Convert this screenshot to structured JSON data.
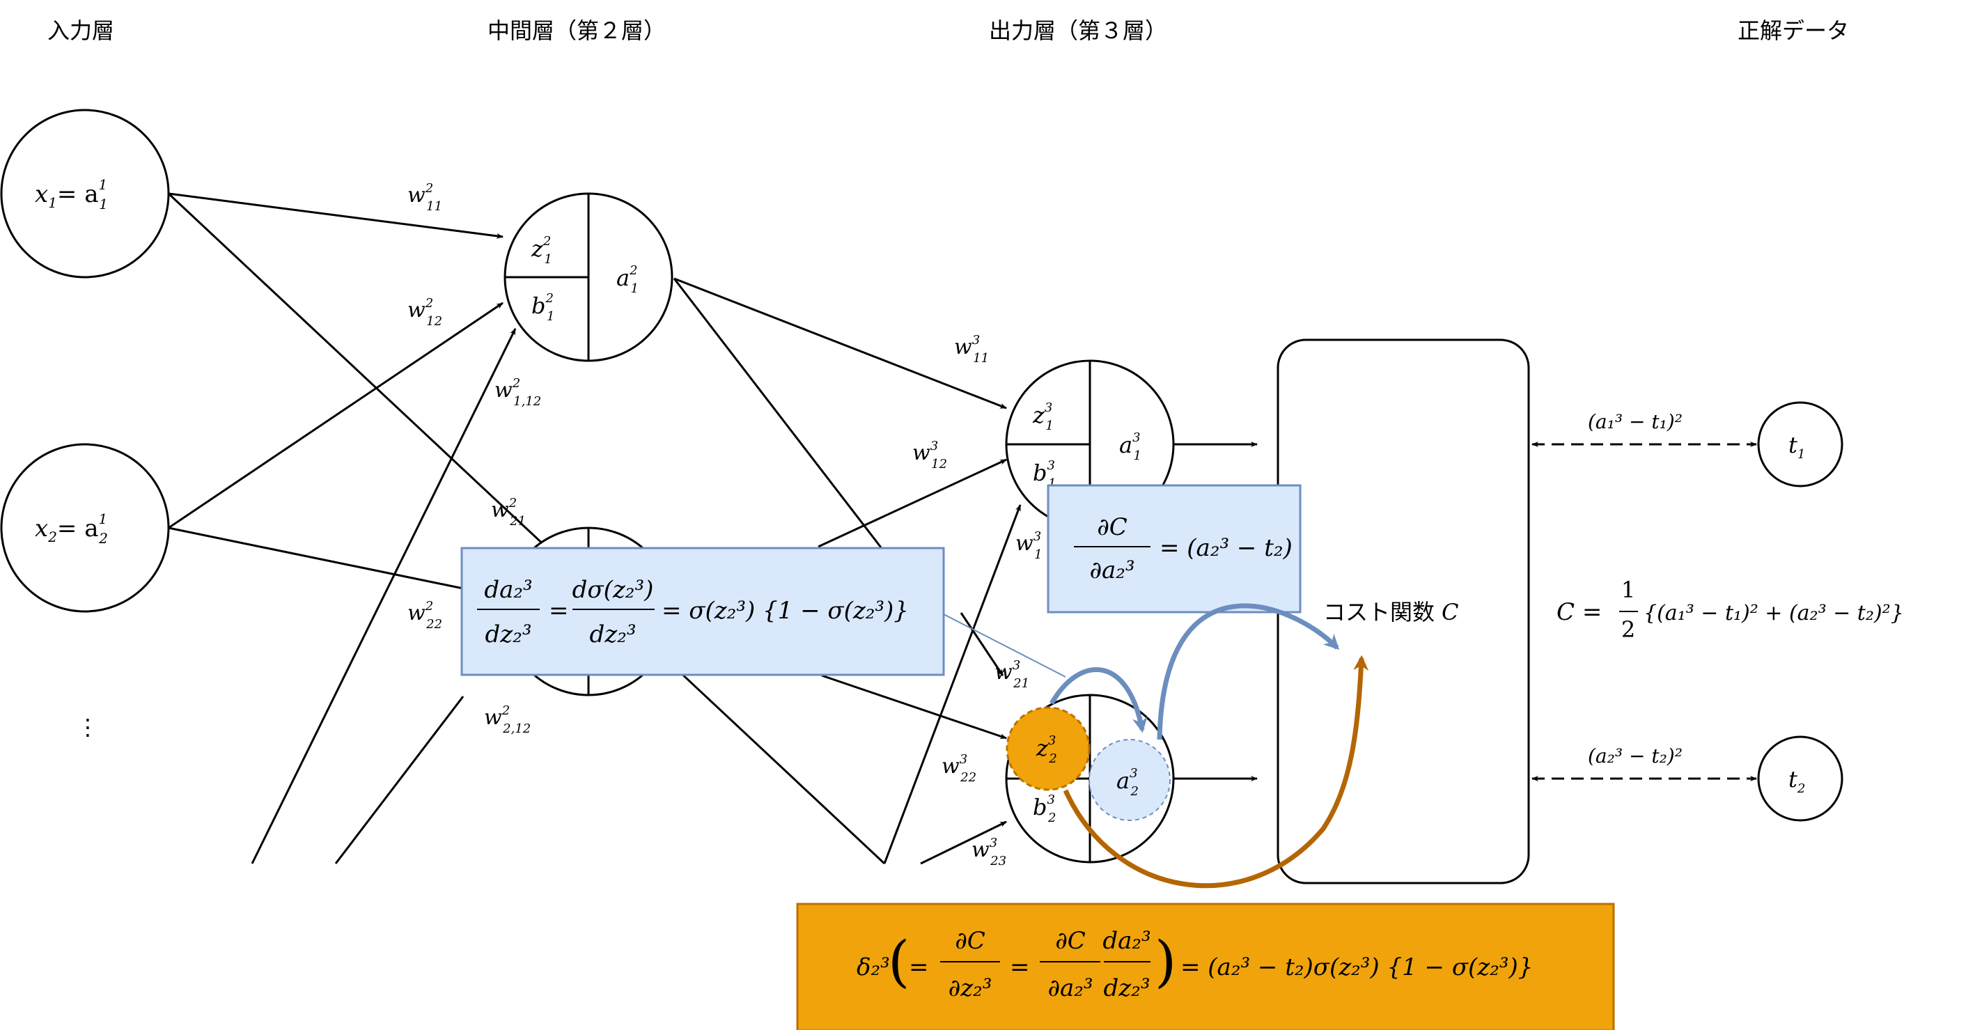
{
  "headers": {
    "input": "入力層",
    "hidden": "中間層（第２層）",
    "output": "出力層（第３層）",
    "target": "正解データ"
  },
  "cost": {
    "label": "コスト関数",
    "symbol": "C",
    "formula": {
      "lhs": "C =",
      "frac_num": "1",
      "frac_den": "2",
      "body": "{(a₁³ − t₁)² + (a₂³ − t₂)²}"
    }
  },
  "input_nodes": [
    {
      "base": "x",
      "sub": "1",
      "eq": "= a",
      "sup": "1",
      "sub2": "1"
    },
    {
      "base": "x",
      "sub": "2",
      "eq": "= a",
      "sup": "1",
      "sub2": "2"
    }
  ],
  "ellipsis": "⋮",
  "hidden_node": {
    "z": "z",
    "zsup": "2",
    "zsub": "1",
    "b": "b",
    "bsup": "2",
    "bsub": "1",
    "a": "a",
    "asup": "2",
    "asub": "1"
  },
  "output_node1": {
    "z": "z",
    "zsup": "3",
    "zsub": "1",
    "b": "b",
    "bsup": "3",
    "bsub": "1",
    "a": "a",
    "asup": "3",
    "asub": "1"
  },
  "output_node2": {
    "z": "z",
    "zsup": "3",
    "zsub": "2",
    "b": "b",
    "bsup": "3",
    "bsub": "2",
    "a": "a",
    "asup": "3",
    "asub": "2"
  },
  "targets": [
    {
      "base": "t",
      "sub": "1",
      "err": "(a₁³ − t₁)²"
    },
    {
      "base": "t",
      "sub": "2",
      "err": "(a₂³ − t₂)²"
    }
  ],
  "weights": {
    "w11_2": {
      "base": "w",
      "sup": "2",
      "sub": "11"
    },
    "w12_2": {
      "base": "w",
      "sup": "2",
      "sub": "12"
    },
    "w1_12_2": {
      "base": "w",
      "sup": "2",
      "sub": "1,12"
    },
    "w21_2": {
      "base": "w",
      "sup": "2",
      "sub": "21"
    },
    "w22_2": {
      "base": "w",
      "sup": "2",
      "sub": "22"
    },
    "w2_12_2": {
      "base": "w",
      "sup": "2",
      "sub": "2,12"
    },
    "w11_3": {
      "base": "w",
      "sup": "3",
      "sub": "11"
    },
    "w12_3": {
      "base": "w",
      "sup": "3",
      "sub": "12"
    },
    "w13_3": {
      "base": "w",
      "sup": "3",
      "sub": "1"
    },
    "w21_3": {
      "base": "w",
      "sup": "3",
      "sub": "21"
    },
    "w22_3": {
      "base": "w",
      "sup": "3",
      "sub": "22"
    },
    "w23_3": {
      "base": "w",
      "sup": "3",
      "sub": "23"
    }
  },
  "formula_boxes": {
    "dC_da": {
      "num": "∂C",
      "den": "∂a₂³",
      "rhs": "= (a₂³ − t₂)"
    },
    "da_dz": {
      "num1": "da₂³",
      "den1": "dz₂³",
      "num2": "dσ(z₂³)",
      "den2": "dz₂³",
      "rhs": "= σ(z₂³) {1 − σ(z₂³)}"
    },
    "delta": {
      "lhs": "δ₂³",
      "num1": "∂C",
      "den1": "∂z₂³",
      "num2": "∂C",
      "den2": "∂a₂³",
      "num3": "da₂³",
      "den3": "dz₂³",
      "rhs": "= (a₂³ − t₂)σ(z₂³) {1 − σ(z₂³)}"
    }
  },
  "colors": {
    "blue_fill": "#dae8fc",
    "blue_stroke": "#6c8ebf",
    "orange_fill": "#f0a30a",
    "orange_stroke": "#bd7000",
    "arrow_orange": "#b46504",
    "line": "#000000"
  }
}
